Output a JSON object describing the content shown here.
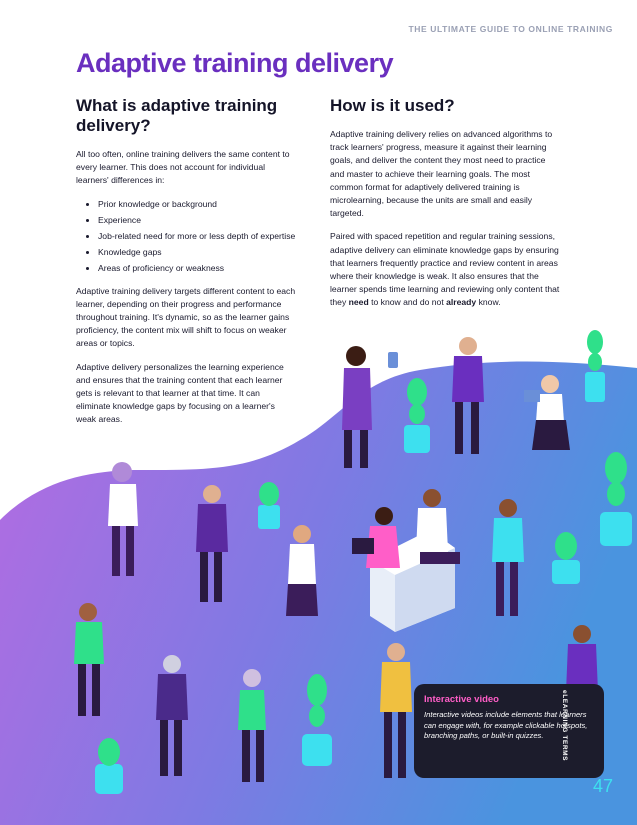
{
  "header": {
    "label": "THE ULTIMATE GUIDE TO ONLINE TRAINING"
  },
  "title": "Adaptive training delivery",
  "left": {
    "heading": "What is adaptive training delivery?",
    "intro": "All too often, online training delivers the same content to every learner. This does not account for individual learners' differences in:",
    "bullets": [
      "Prior knowledge or background",
      "Experience",
      "Job-related need for more or less depth of expertise",
      "Knowledge gaps",
      "Areas of proficiency or weakness"
    ],
    "para2": "Adaptive training delivery targets different content to each learner, depending on their progress and performance throughout training. It's dynamic, so as the learner gains proficiency, the content mix will shift to focus on weaker areas or topics.",
    "para3": "Adaptive delivery personalizes the learning experience and ensures that the training content that each learner gets is relevant to that learner at that time. It can eliminate knowledge gaps by focusing on a learner's weak areas."
  },
  "right": {
    "heading": "How is it used?",
    "para1": "Adaptive training delivery relies on advanced algorithms to track learners' progress, measure it against their learning goals, and deliver the content they most need to practice and master to achieve their learning goals. The most common format for adaptively delivered training is microlearning, because the units are small and easily targeted.",
    "para2_start": "Paired with spaced repetition and regular training sessions, adaptive delivery can eliminate knowledge gaps by ensuring that learners frequently practice and review content in areas where their knowledge is weak. It also ensures that the learner spends time learning and reviewing only content that they ",
    "para2_bold1": "need",
    "para2_mid": " to know and do not ",
    "para2_bold2": "already",
    "para2_end": " know."
  },
  "callout": {
    "title": "Interactive video",
    "body": "Interactive videos include elements that learners can engage with, for example clickable hotspots, branching paths, or built-in quizzes."
  },
  "side_label": "eLEARNING TERMS",
  "page_number": "47",
  "colors": {
    "title": "#6a2fbf",
    "wave_start": "#b266e0",
    "wave_end": "#4a8ee0",
    "plant": "#2fe08a",
    "pot": "#3de0ef",
    "callout_bg": "#1c1c2c",
    "callout_title": "#ff5ec8",
    "page_number": "#3de0ef"
  }
}
